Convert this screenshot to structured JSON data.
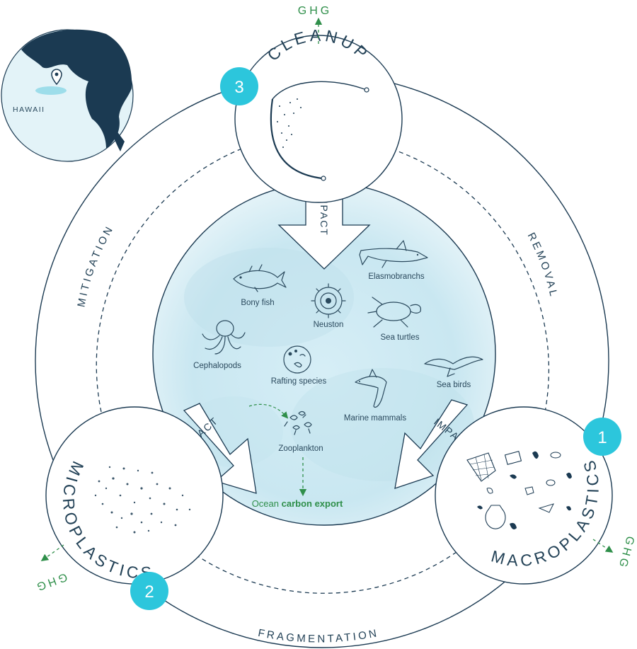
{
  "map": {
    "label": "HAWAII",
    "pin_icon": "location-pin-icon"
  },
  "badges": {
    "cleanup": "3",
    "micro": "2",
    "macro": "1"
  },
  "nodes": {
    "cleanup": "CLEANUP",
    "micro": "MICROPLASTICS",
    "macro": "MACROPLASTICS"
  },
  "cycle": {
    "mitigation": "MITIGATION",
    "removal": "REMOVAL",
    "fragmentation": "FRAGMENTATION"
  },
  "impact_label": "IMPACT",
  "ghg_label": "GHG",
  "species": {
    "bony_fish": "Bony fish",
    "neuston": "Neuston",
    "elasmobranchs": "Elasmobranchs",
    "sea_turtles": "Sea turtles",
    "cephalopods": "Cephalopods",
    "rafting": "Rafting species",
    "sea_birds": "Sea birds",
    "marine_mammals": "Marine mammals",
    "zooplankton": "Zooplankton"
  },
  "export": {
    "prefix": "Ocean ",
    "bold": "carbon export"
  },
  "colors": {
    "accent": "#2cc6dc",
    "navy": "#1b3a52",
    "ghg_green": "#2f8f4a",
    "ocean": "#d8eef5"
  }
}
